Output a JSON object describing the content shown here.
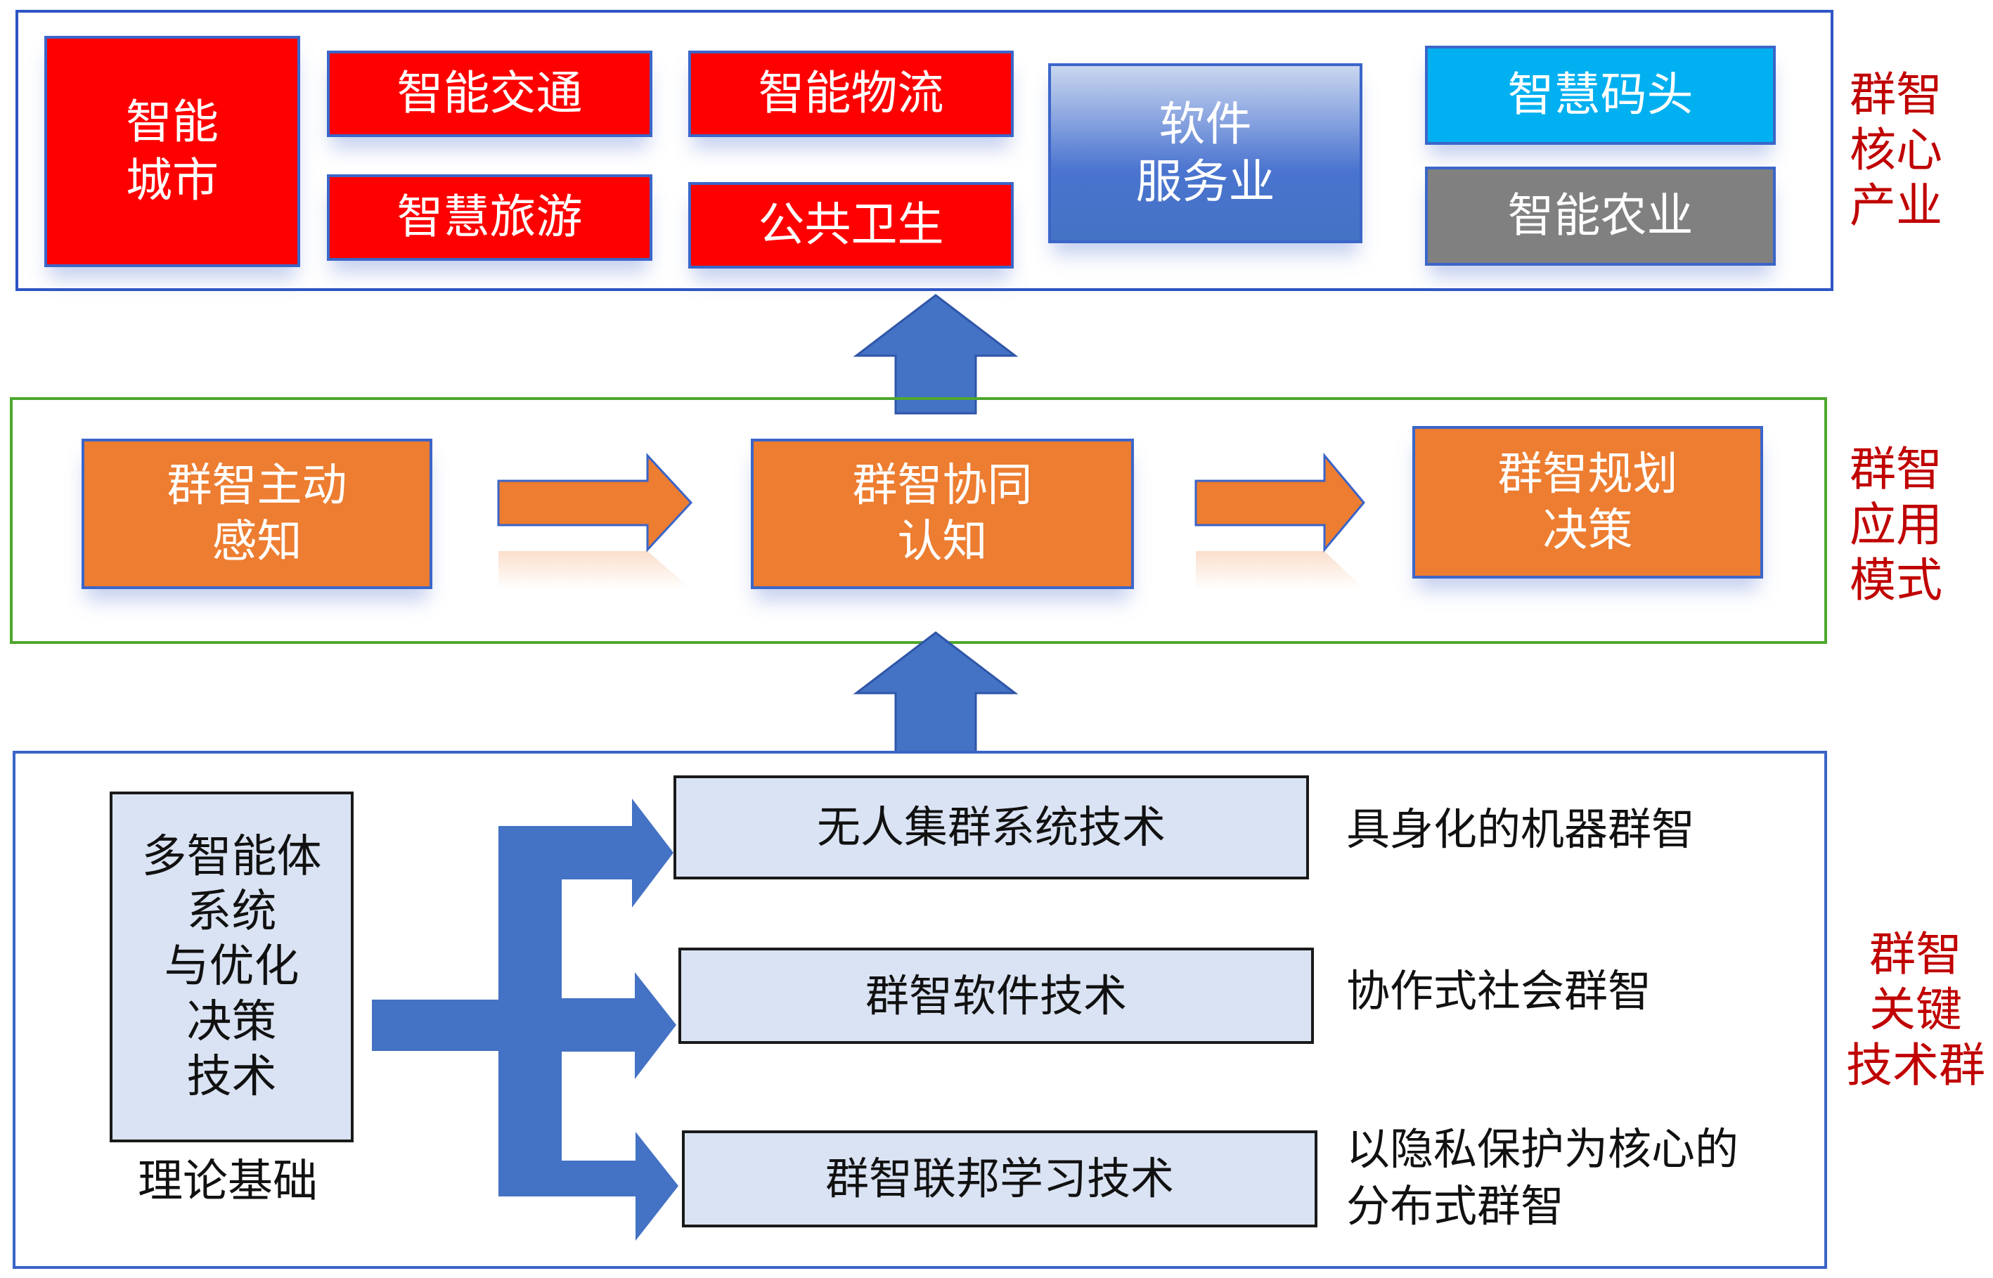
{
  "core_industries": {
    "side_label": "群智\n核心\n产业",
    "tiles": [
      {
        "label": "智能\n城市",
        "color": "#ff0000"
      },
      {
        "label": "智能交通",
        "color": "#ff0000"
      },
      {
        "label": "智慧旅游",
        "color": "#ff0000"
      },
      {
        "label": "智能物流",
        "color": "#ff0000"
      },
      {
        "label": "公共卫生",
        "color": "#ff0000"
      },
      {
        "label": "软件\n服务业",
        "color": "#4472c4"
      },
      {
        "label": "智慧码头",
        "color": "#00b0f0"
      },
      {
        "label": "智能农业",
        "color": "#808080"
      }
    ]
  },
  "application_modes": {
    "side_label": "群智\n应用\n模式",
    "steps": [
      {
        "label": "群智主动\n感知"
      },
      {
        "label": "群智协同\n认知"
      },
      {
        "label": "群智规划\n决策"
      }
    ],
    "color": "#ed7d31"
  },
  "key_technologies": {
    "side_label": "群智\n关键\n技术群",
    "foundation": {
      "box_label": "多智能体\n系统\n与优化\n决策\n技术",
      "caption": "理论基础"
    },
    "technologies": [
      {
        "label": "无人集群系统技术",
        "description": "具身化的机器群智"
      },
      {
        "label": "群智软件技术",
        "description": "协作式社会群智"
      },
      {
        "label": "群智联邦学习技术",
        "description": "以隐私保护为核心的\n分布式群智"
      }
    ]
  },
  "colors": {
    "arrow_blue": "#4472c4",
    "arrow_orange": "#ed7d31",
    "side_label_red": "#c00000",
    "tech_box_fill": "#dae3f3"
  }
}
